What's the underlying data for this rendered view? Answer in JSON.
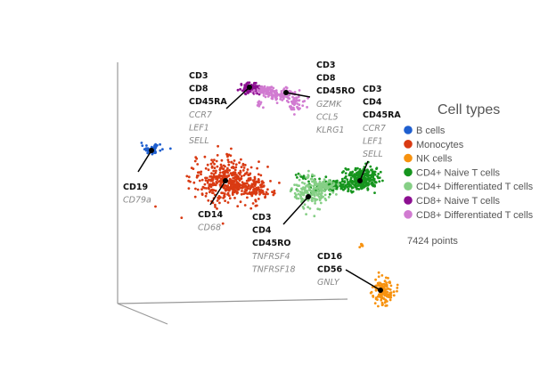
{
  "chart_data": {
    "type": "scatter",
    "title": "",
    "projection": "3d",
    "xlim": [
      0,
      100
    ],
    "ylim": [
      0,
      100
    ],
    "grid": false,
    "legend": {
      "title": "Cell types",
      "placement": "right"
    },
    "point_count_label": "7424 points",
    "series": [
      {
        "name": "B cells",
        "color": "#1f5fcf",
        "blobs": [
          [
            11.2,
            61.6,
            1.6,
            0.9,
            60
          ]
        ]
      },
      {
        "name": "Monocytes",
        "color": "#d93a12",
        "blobs": [
          [
            36,
            49,
            5.5,
            4.2,
            380
          ],
          [
            44,
            46,
            3.5,
            2.5,
            90
          ],
          [
            46,
            45,
            2.5,
            1.0,
            30
          ],
          [
            36.5,
            59.5,
            0.5,
            0.4,
            6
          ]
        ]
      },
      {
        "name": "NK cells",
        "color": "#f7920f",
        "blobs": [
          [
            87.8,
            5,
            1.7,
            2.6,
            130
          ],
          [
            80.5,
            23,
            0.4,
            0.6,
            5
          ]
        ]
      },
      {
        "name": "CD4+ Naive T cells",
        "color": "#16951e",
        "blobs": [
          [
            80.5,
            50.2,
            2.8,
            2.2,
            220
          ],
          [
            72,
            47,
            5,
            1.2,
            140
          ],
          [
            61,
            51,
            1.2,
            0.6,
            10
          ]
        ]
      },
      {
        "name": "CD4+ Differentiated T cells",
        "color": "#86cf86",
        "blobs": [
          [
            64,
            44.5,
            2.8,
            3.0,
            180
          ],
          [
            68,
            47.5,
            1.8,
            1.2,
            50
          ]
        ]
      },
      {
        "name": "CD8+ Naive T cells",
        "color": "#8c0f91",
        "blobs": [
          [
            43.8,
            86,
            1.6,
            1.1,
            110
          ]
        ]
      },
      {
        "name": "CD8+ Differentiated T cells",
        "color": "#d17bd1",
        "blobs": [
          [
            49,
            85,
            2.2,
            0.8,
            70
          ],
          [
            55,
            83.5,
            2.8,
            1.1,
            90
          ],
          [
            59,
            80,
            1.2,
            1.5,
            40
          ],
          [
            47,
            79.5,
            0.4,
            0.9,
            10
          ]
        ]
      }
    ],
    "annotations": [
      {
        "markers": [
          "CD3",
          "CD8",
          "CD45RA"
        ],
        "genes": [
          "CCR7",
          "LEF1",
          "SELL"
        ],
        "target": "CD8+ Naive T cells"
      },
      {
        "markers": [
          "CD3",
          "CD8",
          "CD45RO"
        ],
        "genes": [
          "GZMK",
          "CCL5",
          "KLRG1"
        ],
        "target": "CD8+ Differentiated T cells"
      },
      {
        "markers": [
          "CD3",
          "CD4",
          "CD45RA"
        ],
        "genes": [
          "CCR7",
          "LEF1",
          "SELL"
        ],
        "target": "CD4+ Naive T cells"
      },
      {
        "markers": [
          "CD19"
        ],
        "genes": [
          "CD79a"
        ],
        "target": "B cells"
      },
      {
        "markers": [
          "CD14"
        ],
        "genes": [
          "CD68"
        ],
        "target": "Monocytes"
      },
      {
        "markers": [
          "CD3",
          "CD4",
          "CD45RO"
        ],
        "genes": [
          "TNFRSF4",
          "TNFRSF18"
        ],
        "target": "CD4+ Differentiated T cells"
      },
      {
        "markers": [
          "CD16",
          "CD56"
        ],
        "genes": [
          "GNLY"
        ],
        "target": "NK cells"
      }
    ]
  }
}
